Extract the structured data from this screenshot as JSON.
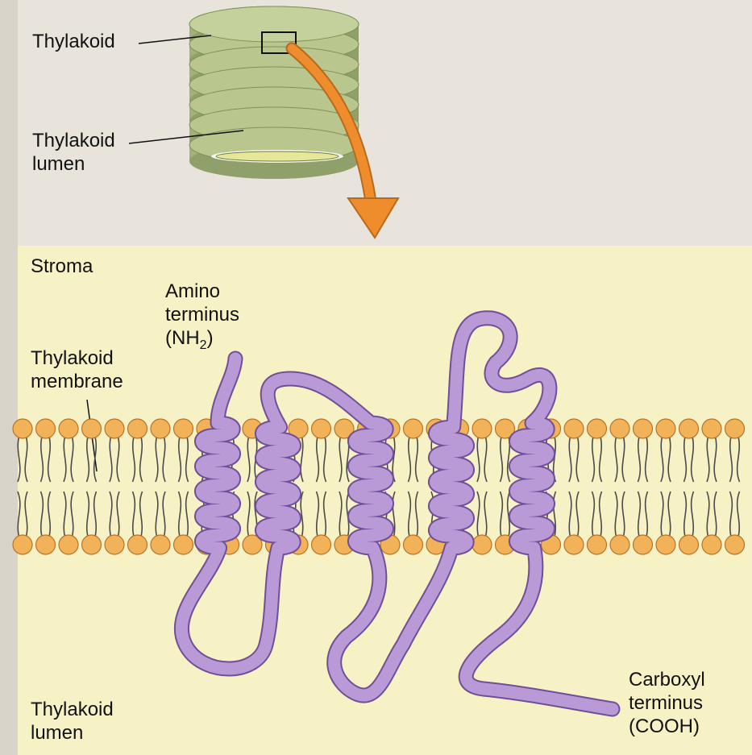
{
  "labels": {
    "thylakoid": "Thylakoid",
    "thylakoid_lumen_top_1": "Thylakoid",
    "thylakoid_lumen_top_2": "lumen",
    "stroma": "Stroma",
    "amino_1": "Amino",
    "amino_2": "terminus",
    "amino_3_prefix": "(NH",
    "amino_3_sub": "2",
    "amino_3_suffix": ")",
    "membrane_1": "Thylakoid",
    "membrane_2": "membrane",
    "carboxyl_1": "Carboxyl",
    "carboxyl_2": "terminus",
    "carboxyl_3": "(COOH)",
    "lumen_bottom_1": "Thylakoid",
    "lumen_bottom_2": "lumen"
  },
  "colors": {
    "page_background": "#e8e4dc",
    "panel_background": "#f7f2c6",
    "grana_fill": "#b5c48a",
    "grana_dark": "#8fa06a",
    "lumen_fill": "#e7e79a",
    "arrow": "#ef8d2c",
    "protein": "#b99ad6",
    "protein_edge": "#6f4f98",
    "lipid_head": "#f2b25a",
    "lipid_head_edge": "#b97425",
    "lipid_tail": "#4a4a4a"
  }
}
